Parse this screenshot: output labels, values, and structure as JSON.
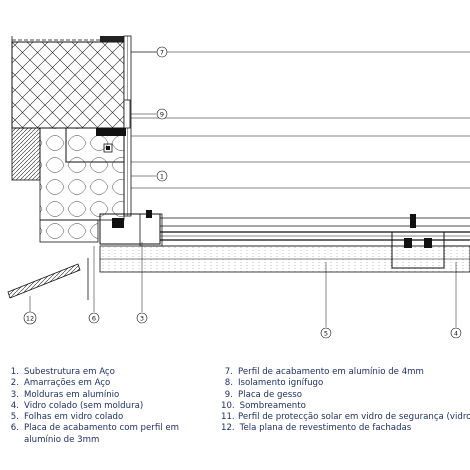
{
  "callouts": [
    "7",
    "9",
    "1",
    "12",
    "6",
    "3",
    "5",
    "4"
  ],
  "legend": {
    "left": [
      {
        "num": "1.",
        "text": "Subestrutura em Aço"
      },
      {
        "num": "2.",
        "text": "Amarrações em Aço"
      },
      {
        "num": "3.",
        "text": "Molduras em alumínio"
      },
      {
        "num": "4.",
        "text": "Vidro colado (sem moldura)"
      },
      {
        "num": "5.",
        "text": "Folhas em vidro colado"
      },
      {
        "num": "6.",
        "text": "Placa de acabamento com perfil em alumínio de 3mm"
      }
    ],
    "right": [
      {
        "num": "7.",
        "text": "Perfil de acabamento em alumínio de 4mm"
      },
      {
        "num": "8.",
        "text": "Isolamento ignífugo"
      },
      {
        "num": "9.",
        "text": "Placa de gesso"
      },
      {
        "num": "10.",
        "text": "Sombreamento"
      },
      {
        "num": "11.",
        "text": "Perfil de protecção solar em vidro de segurança (vidro colado)"
      },
      {
        "num": "12.",
        "text": "Tela plana de revestimento de fachadas"
      }
    ]
  },
  "colors": {
    "line": "#111111",
    "legend_text": "#1f2f63"
  }
}
